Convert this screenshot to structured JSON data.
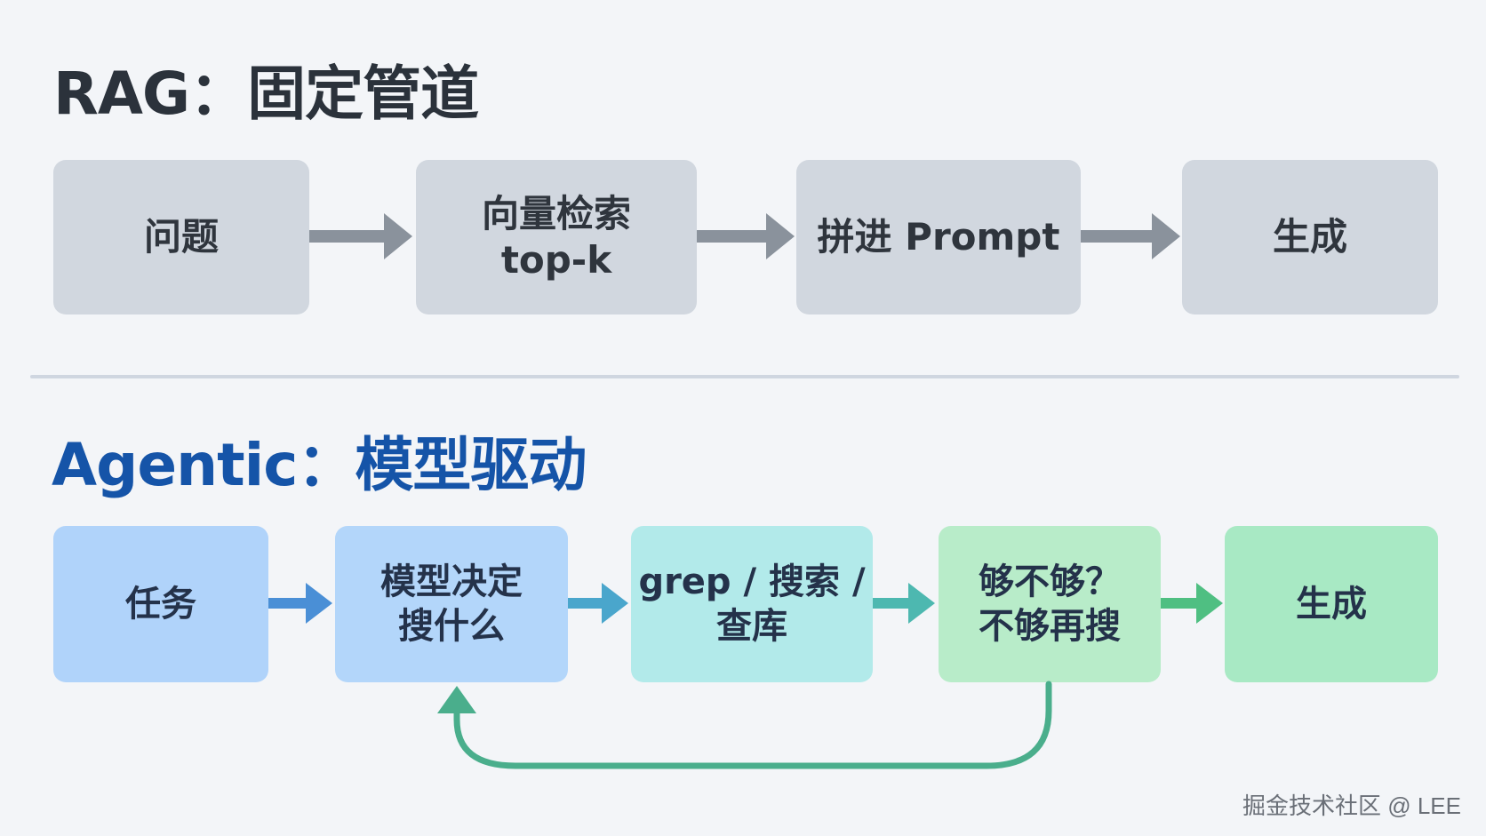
{
  "rag": {
    "title": "RAG：固定管道",
    "steps": [
      {
        "lines": [
          "问题"
        ]
      },
      {
        "lines": [
          "向量检索",
          "top-k"
        ]
      },
      {
        "lines": [
          "拼进 Prompt"
        ]
      },
      {
        "lines": [
          "生成"
        ]
      }
    ]
  },
  "agentic": {
    "title": "Agentic：模型驱动",
    "steps": [
      {
        "lines": [
          "任务"
        ]
      },
      {
        "lines": [
          "模型决定",
          "搜什么"
        ]
      },
      {
        "lines": [
          "grep / 搜索 /",
          "查库"
        ]
      },
      {
        "lines": [
          "够不够？",
          "不够再搜"
        ]
      },
      {
        "lines": [
          "生成"
        ]
      }
    ]
  },
  "colors": {
    "rag_arrow": "#8a929c",
    "agentic_arrow_start": "#4a90d9",
    "agentic_arrow_end": "#4fbf82",
    "loop_arrow": "#4aae8c"
  },
  "watermark": "掘金技术社区 @ LEE"
}
